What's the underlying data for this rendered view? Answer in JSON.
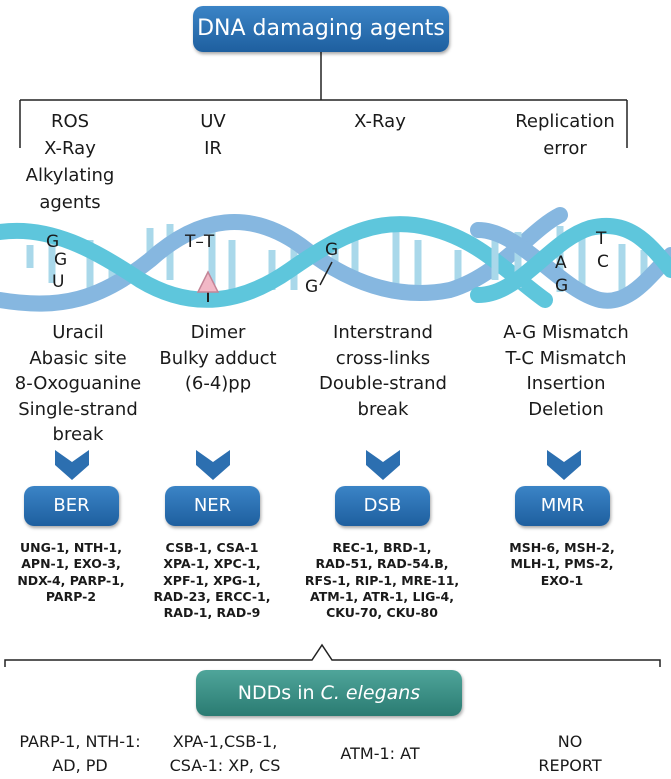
{
  "title": "DNA damaging agents",
  "causes": [
    {
      "lines": [
        "ROS",
        "X-Ray",
        "Alkylating",
        "agents"
      ]
    },
    {
      "lines": [
        "UV",
        "IR"
      ]
    },
    {
      "lines": [
        "X-Ray"
      ]
    },
    {
      "lines": [
        "Replication",
        "error"
      ]
    }
  ],
  "helix_labels": {
    "left": [
      "G",
      "G",
      "U"
    ],
    "middle": [
      "T–T"
    ],
    "right_mid": [
      "G",
      "G"
    ],
    "right": [
      "T",
      "A",
      "C",
      "G"
    ]
  },
  "damage": [
    {
      "lines": [
        "Uracil",
        "Abasic site",
        "8-Oxoguanine",
        "Single-strand",
        "break"
      ]
    },
    {
      "lines": [
        "Dimer",
        "Bulky adduct",
        "(6-4)pp"
      ]
    },
    {
      "lines": [
        "Interstrand",
        "cross-links",
        "Double-strand",
        "break"
      ]
    },
    {
      "lines": [
        "A-G Mismatch",
        "T-C Mismatch",
        "Insertion",
        "Deletion"
      ]
    }
  ],
  "pathways": [
    {
      "name": "BER",
      "genes": [
        "UNG-1, NTH-1,",
        "APN-1, EXO-3,",
        "NDX-4, PARP-1,",
        "PARP-2"
      ]
    },
    {
      "name": "NER",
      "genes": [
        "CSB-1, CSA-1",
        "XPA-1, XPC-1,",
        "XPF-1, XPG-1,",
        "RAD-23, ERCC-1,",
        "RAD-1, RAD-9"
      ]
    },
    {
      "name": "DSB",
      "genes": [
        "REC-1, BRD-1,",
        "RAD-51, RAD-54.B,",
        "RFS-1, RIP-1, MRE-11,",
        "ATM-1, ATR-1, LIG-4,",
        "CKU-70, CKU-80"
      ]
    },
    {
      "name": "MMR",
      "genes": [
        "MSH-6, MSH-2,",
        "MLH-1, PMS-2,",
        "EXO-1"
      ]
    }
  ],
  "ndd": {
    "label_prefix": "NDDs in ",
    "label_italic": "C. elegans",
    "items": [
      {
        "lines": [
          "PARP-1, NTH-1:",
          "AD, PD"
        ]
      },
      {
        "lines": [
          "XPA-1,CSB-1,",
          "CSA-1: XP,  CS"
        ]
      },
      {
        "lines": [
          "ATM-1: AT"
        ]
      },
      {
        "lines": [
          "NO",
          "REPORT"
        ]
      }
    ]
  },
  "colors": {
    "button_blue": "#2a70b3",
    "button_teal": "#3a9087",
    "helix_light": "#5ec6dc",
    "helix_dark": "#7fb5dd",
    "arrow_blue": "#2c6fb0"
  }
}
